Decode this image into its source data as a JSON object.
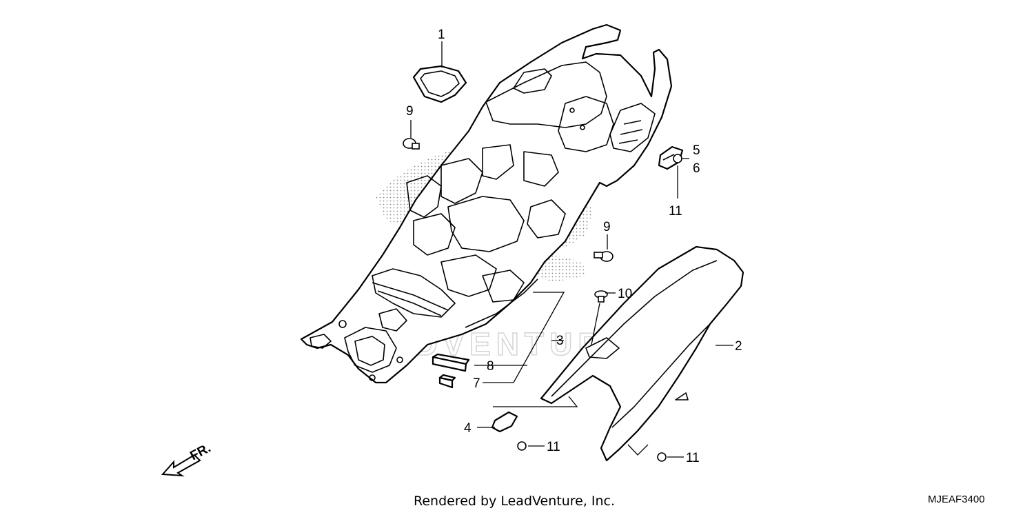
{
  "callouts": {
    "c1": "1",
    "c2": "2",
    "c3": "3",
    "c4": "4",
    "c5": "5",
    "c6": "6",
    "c7": "7",
    "c8": "8",
    "c9a": "9",
    "c9b": "9",
    "c10": "10",
    "c11a": "11",
    "c11b": "11",
    "c11c": "11"
  },
  "watermark": "ADVENTURE",
  "front_marker": "FR.",
  "footer": {
    "credit": "Rendered by LeadVenture, Inc.",
    "code": "MJEAF3400"
  }
}
